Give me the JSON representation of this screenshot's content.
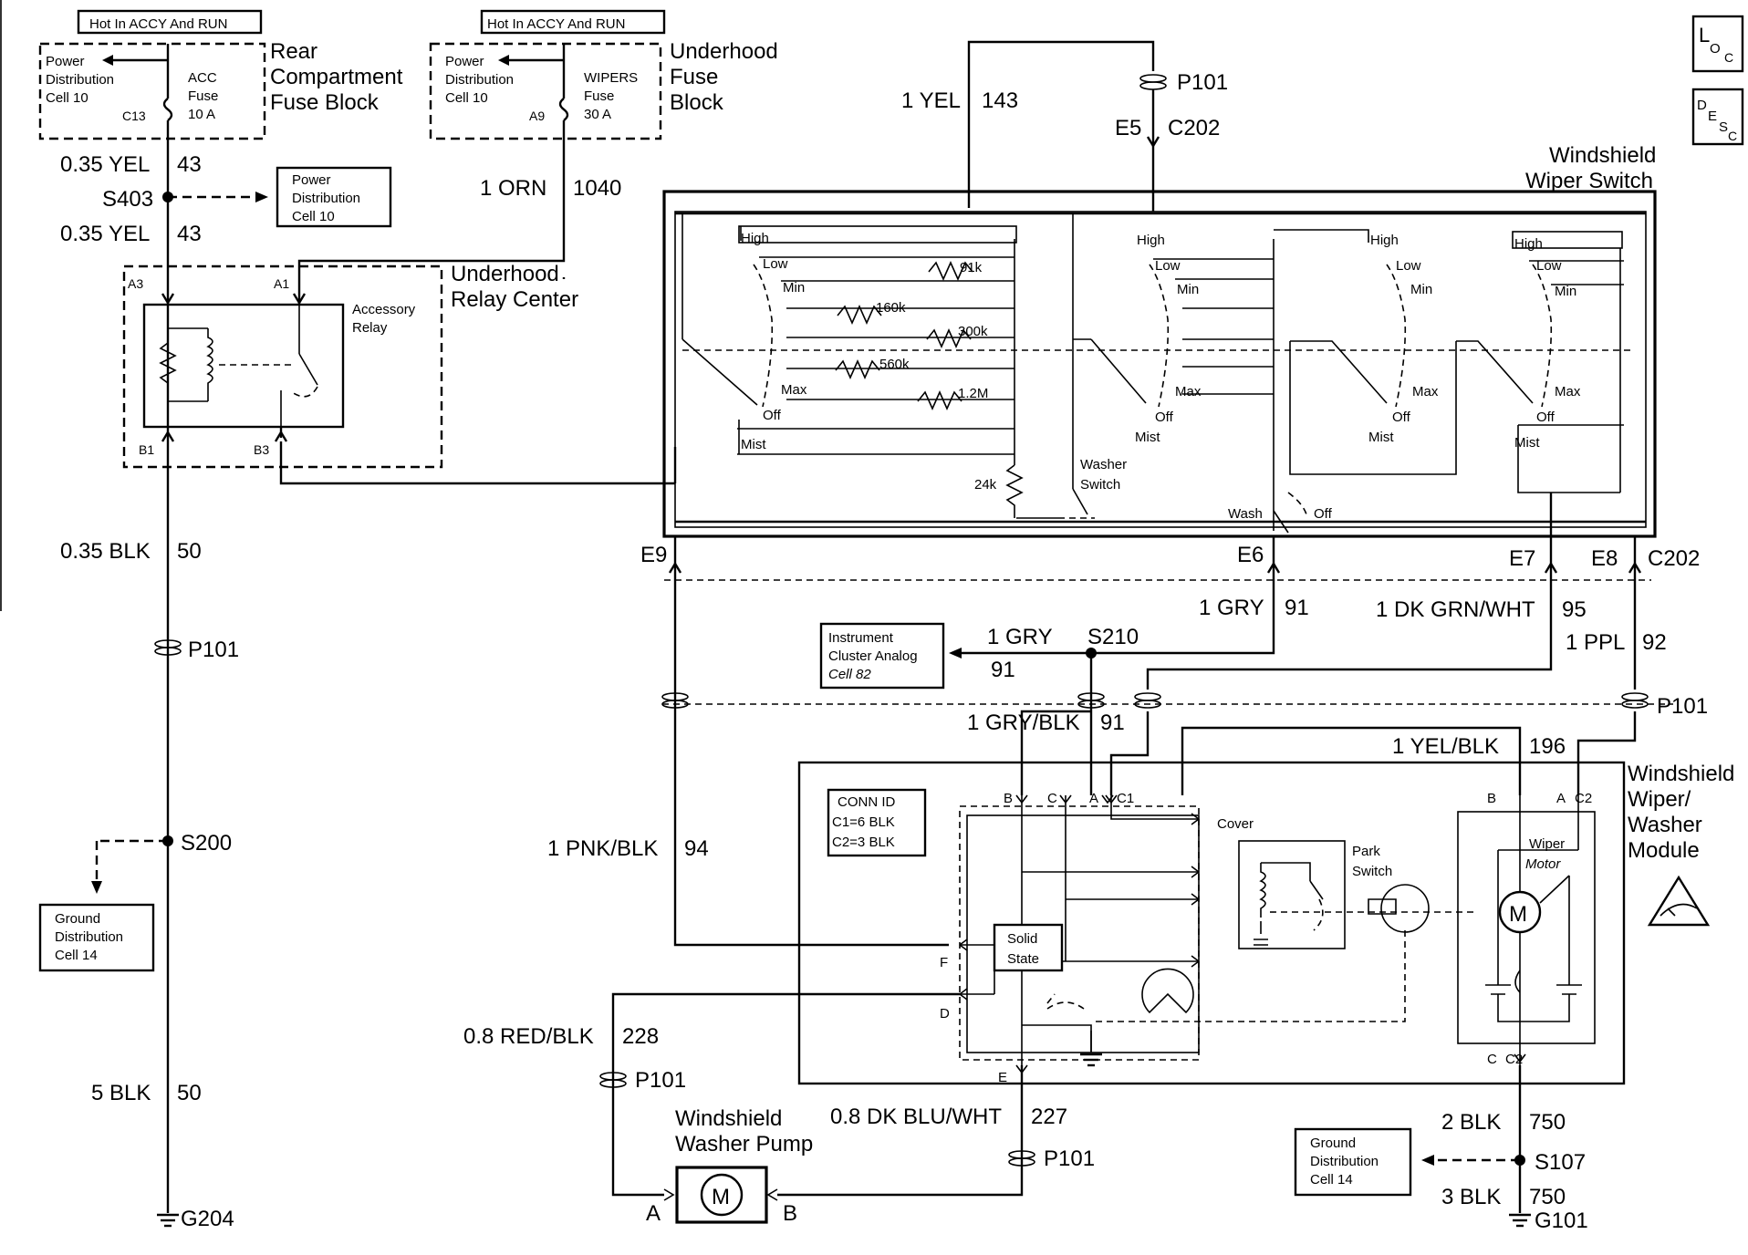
{
  "hot_labels": [
    "Hot In ACCY And RUN",
    "Hot In ACCY And RUN"
  ],
  "rear_fuse_block": {
    "title": [
      "Rear",
      "Compartment",
      "Fuse Block"
    ],
    "power_dist": [
      "Power",
      "Distribution",
      "Cell 10"
    ],
    "fuse": [
      "ACC",
      "Fuse",
      "10 A"
    ],
    "terminal": "C13"
  },
  "underhood_fuse_block": {
    "title": [
      "Underhood",
      "Fuse",
      "Block"
    ],
    "power_dist": [
      "Power",
      "Distribution",
      "Cell 10"
    ],
    "fuse": [
      "WIPERS",
      "Fuse",
      "30 A"
    ],
    "terminal": "A9"
  },
  "left_wires": {
    "w1": [
      "0.35 YEL",
      "43"
    ],
    "splice": "S403",
    "w2": [
      "0.35 YEL",
      "43"
    ],
    "power_dist_ref": [
      "Power",
      "Distribution",
      "Cell 10"
    ],
    "w3": [
      "0.35 BLK",
      "50"
    ],
    "p101": "P101",
    "s200": "S200",
    "ground_ref": [
      "Ground",
      "Distribution",
      "Cell 14"
    ],
    "w4": [
      "5 BLK",
      "50"
    ],
    "ground": "G204"
  },
  "relay_center": {
    "title": [
      "Underhood",
      "Relay Center"
    ],
    "relay": [
      "Accessory",
      "Relay"
    ],
    "terminals": [
      "A3",
      "A1",
      "B1",
      "B3"
    ]
  },
  "top_wires": {
    "orn": [
      "1 ORN",
      "1040"
    ],
    "yel": [
      "1 YEL",
      "143"
    ],
    "p101": "P101",
    "e5": "E5",
    "c202": "C202"
  },
  "wiper_switch": {
    "title": [
      "Windshield",
      "Wiper Switch"
    ],
    "positions": [
      "High",
      "Low",
      "Min",
      "Max",
      "Off",
      "Mist"
    ],
    "resistors": [
      "91k",
      "160k",
      "300k",
      "560k",
      "1.2M",
      "24k"
    ],
    "washer_switch": [
      "Washer",
      "Switch"
    ],
    "wash": "Wash",
    "off": "Off",
    "terminals": [
      "E9",
      "E6",
      "E7",
      "E8",
      "C202"
    ]
  },
  "mid_wires": {
    "gry": [
      "1 GRY",
      "91"
    ],
    "dkgrn": [
      "1 DK GRN/WHT",
      "95"
    ],
    "ppl": [
      "1 PPL",
      "92"
    ],
    "s210_wire": [
      "1 GRY",
      "91"
    ],
    "s210": "S210",
    "cluster_ref": [
      "Instrument",
      "Cluster Analog",
      "Cell 82"
    ],
    "grybk": [
      "1 GRY/BLK",
      "91"
    ],
    "yelblk": [
      "1 YEL/BLK",
      "196"
    ],
    "p101": "P101",
    "pnkblk": [
      "1 PNK/BLK",
      "94"
    ]
  },
  "module": {
    "title": [
      "Windshield",
      "Wiper/",
      "Washer",
      "Module"
    ],
    "conn_id": [
      "CONN ID",
      "C1=6 BLK",
      "C2=3 BLK"
    ],
    "cover": "Cover",
    "park_switch": [
      "Park",
      "Switch"
    ],
    "wiper_motor": [
      "Wiper",
      "Motor"
    ],
    "solid_state": [
      "Solid",
      "State"
    ],
    "motor_symbol": "M",
    "c1_pins": [
      "B",
      "C",
      "A",
      "C1"
    ],
    "c2_pins": [
      "B",
      "A",
      "C2"
    ],
    "side_pins": [
      "F",
      "D",
      "E"
    ],
    "bottom_pins": [
      "C",
      "C2"
    ]
  },
  "lower_wires": {
    "redblk": [
      "0.8 RED/BLK",
      "228"
    ],
    "p101a": "P101",
    "dkblu": [
      "0.8 DK BLU/WHT",
      "227"
    ],
    "p101b": "P101",
    "pump": [
      "Windshield",
      "Washer Pump"
    ],
    "pump_pins": [
      "A",
      "B"
    ],
    "blk2": [
      "2 BLK",
      "750"
    ],
    "s107": "S107",
    "ground_ref": [
      "Ground",
      "Distribution",
      "Cell 14"
    ],
    "blk3": [
      "3 BLK",
      "750"
    ],
    "g101": "G101"
  },
  "icons": {
    "loc": [
      "L",
      "O",
      "C"
    ],
    "desc": [
      "D",
      "E",
      "S",
      "C"
    ],
    "esd": "esd-warning-icon"
  }
}
